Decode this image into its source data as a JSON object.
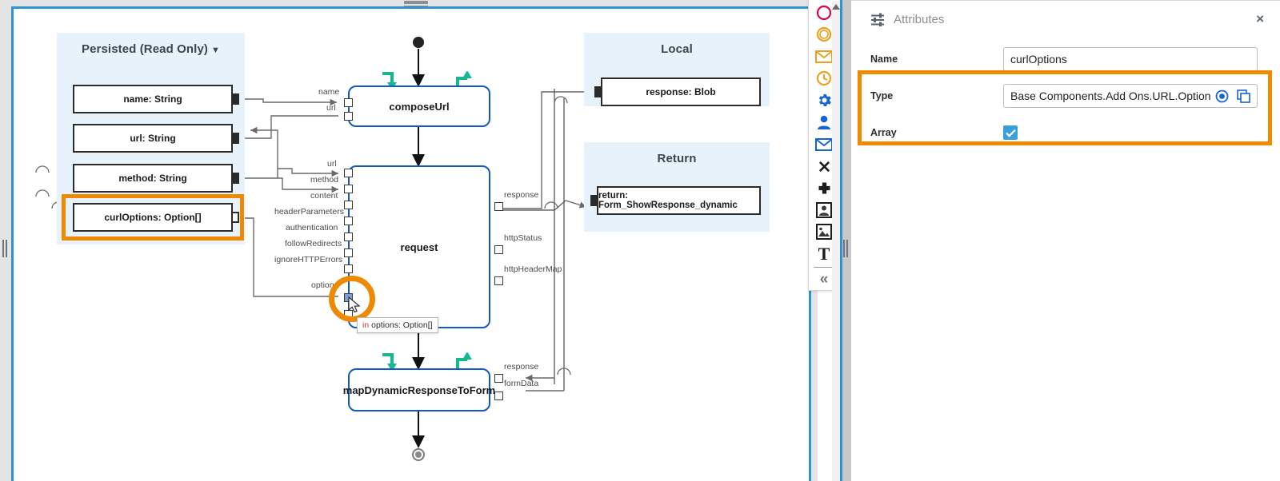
{
  "window": {
    "accent_blue": "#2e93d1",
    "highlight_orange": "#ef8a00",
    "node_border_blue": "#1359c5"
  },
  "canvas": {
    "groups": [
      {
        "title": "Persisted (Read Only)",
        "has_caret": true
      },
      {
        "title": "Local",
        "has_caret": false
      },
      {
        "title": "Return",
        "has_caret": false
      }
    ],
    "persisted_variables": [
      {
        "label": "name: String",
        "highlighted": false
      },
      {
        "label": "url: String",
        "highlighted": false
      },
      {
        "label": "method: String",
        "highlighted": false
      },
      {
        "label": "curlOptions: Option[]",
        "highlighted": true
      }
    ],
    "local_variables": [
      {
        "label": "response: Blob"
      }
    ],
    "return_variables": [
      {
        "label": "return: Form_ShowResponse_dynamic"
      }
    ],
    "nodes": [
      {
        "name": "composeUrl",
        "inputs": [
          "name",
          "url"
        ],
        "outputs": []
      },
      {
        "name": "request",
        "inputs": [
          "url",
          "method",
          "content",
          "headerParameters",
          "authentication",
          "followRedirects",
          "ignoreHTTPErrors",
          "options"
        ],
        "outputs": [
          "response",
          "httpStatus",
          "httpHeaderMap"
        ]
      },
      {
        "name": "mapDynamicResponseToForm",
        "inputs": [],
        "outputs": [
          "response",
          "formData"
        ]
      }
    ],
    "tooltip": {
      "direction": "in",
      "text": "options: Option[]"
    }
  },
  "palette": {
    "items": [
      {
        "icon": "circle-outline-red-icon",
        "label": "Ellipse"
      },
      {
        "icon": "circle-outline-orange-icon",
        "label": "Circle"
      },
      {
        "icon": "envelope-orange-icon",
        "label": "Mail"
      },
      {
        "icon": "clock-orange-icon",
        "label": "Timer"
      },
      {
        "icon": "gear-blue-icon",
        "label": "Settings"
      },
      {
        "icon": "user-blue-icon",
        "label": "User"
      },
      {
        "icon": "envelope-blue-icon",
        "label": "Message"
      },
      {
        "icon": "cross-black-icon",
        "label": "Close"
      },
      {
        "icon": "plus-black-icon",
        "label": "Add"
      },
      {
        "icon": "portrait-image-icon",
        "label": "Avatar"
      },
      {
        "icon": "picture-image-icon",
        "label": "Image"
      },
      {
        "icon": "text-T-icon",
        "label": "Text"
      },
      {
        "icon": "collapse-double-chevron-left-icon",
        "label": "Collapse"
      }
    ]
  },
  "attributes": {
    "panel_title": "Attributes",
    "close_label": "×",
    "rows": [
      {
        "label": "Name",
        "type": "text",
        "value": "curlOptions"
      },
      {
        "label": "Type",
        "type": "text",
        "value": "Base Components.Add Ons.URL.Option"
      },
      {
        "label": "Array",
        "type": "checkbox",
        "checked": true
      }
    ],
    "type_icons": [
      {
        "icon": "target-locate-icon"
      },
      {
        "icon": "copy-duplicate-icon"
      }
    ]
  }
}
